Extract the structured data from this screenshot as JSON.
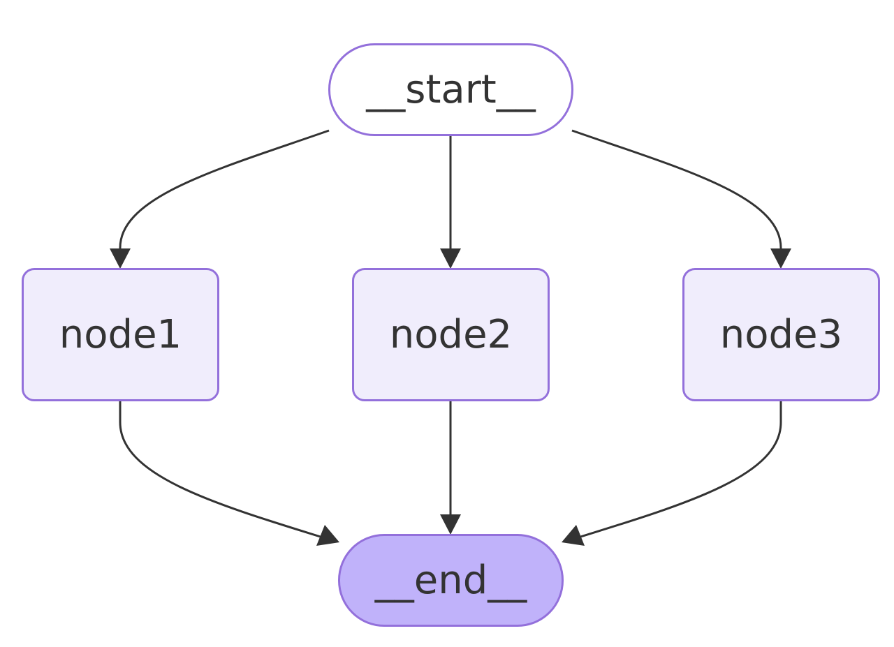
{
  "diagram": {
    "type": "flowchart",
    "colors": {
      "node_border": "#9370db",
      "node_fill": "#f0edfc",
      "start_fill": "#ffffff",
      "end_fill": "#c0b2fa",
      "edge": "#333333",
      "text": "#333333"
    },
    "nodes": [
      {
        "id": "start",
        "label": "__start__",
        "shape": "stadium"
      },
      {
        "id": "node1",
        "label": "node1",
        "shape": "rounded-rect"
      },
      {
        "id": "node2",
        "label": "node2",
        "shape": "rounded-rect"
      },
      {
        "id": "node3",
        "label": "node3",
        "shape": "rounded-rect"
      },
      {
        "id": "end",
        "label": "__end__",
        "shape": "stadium"
      }
    ],
    "edges": [
      {
        "from": "start",
        "to": "node1"
      },
      {
        "from": "start",
        "to": "node2"
      },
      {
        "from": "start",
        "to": "node3"
      },
      {
        "from": "node1",
        "to": "end"
      },
      {
        "from": "node2",
        "to": "end"
      },
      {
        "from": "node3",
        "to": "end"
      }
    ]
  }
}
